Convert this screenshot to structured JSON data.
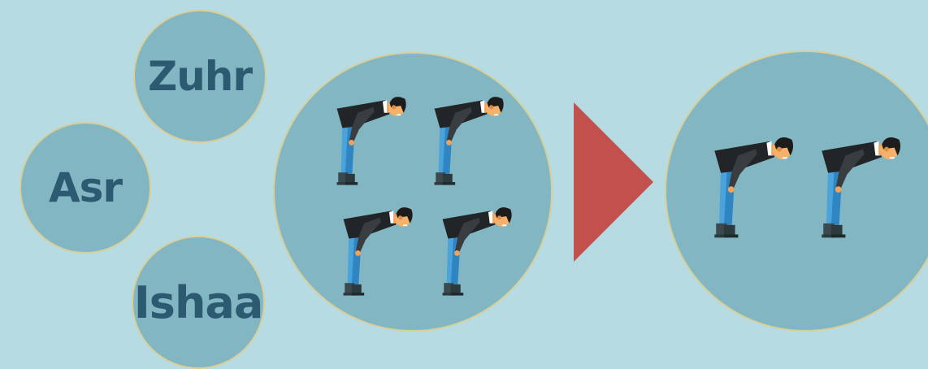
{
  "prayers": {
    "zuhr": "Zuhr",
    "asr": "Asr",
    "ishaa": "Ishaa"
  },
  "colors": {
    "background": "#b6dbe2",
    "circle_fill": "#82b6c3",
    "circle_border": "#d8cf98",
    "label_text": "#2c5a70",
    "arrow": "#c2504c"
  },
  "groups": {
    "before_count": 4,
    "after_count": 2
  },
  "icons": [
    "bowing-person-icon",
    "arrow-right-icon"
  ]
}
